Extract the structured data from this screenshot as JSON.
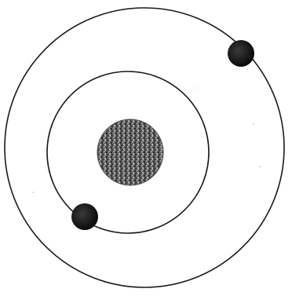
{
  "diagram": {
    "subject": "atom-model",
    "shell_count": 2,
    "electron_count": 2,
    "colors": {
      "background": "#ffffff",
      "orbit": "#1a1a1a",
      "electron": "#111111",
      "nucleus_dark": "#3a3a3a",
      "nucleus_light": "#9a9a9a"
    }
  }
}
